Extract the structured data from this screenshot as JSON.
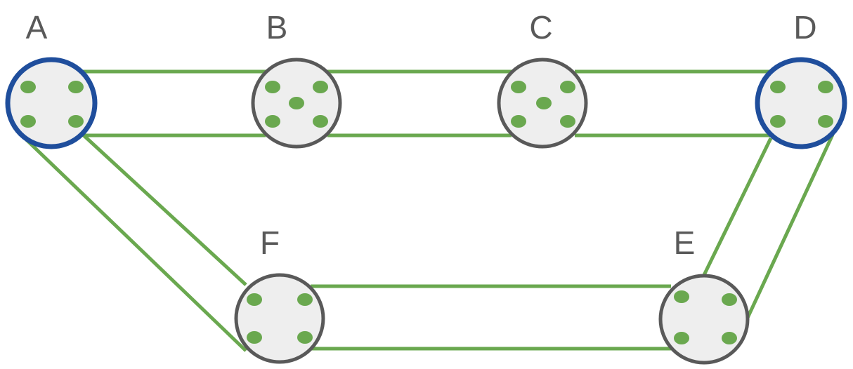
{
  "diagram": {
    "nodes": [
      {
        "id": "A",
        "label": "A",
        "highlighted": true,
        "ports": 4
      },
      {
        "id": "B",
        "label": "B",
        "highlighted": false,
        "ports": 5
      },
      {
        "id": "C",
        "label": "C",
        "highlighted": false,
        "ports": 5
      },
      {
        "id": "D",
        "label": "D",
        "highlighted": true,
        "ports": 4
      },
      {
        "id": "E",
        "label": "E",
        "highlighted": false,
        "ports": 4
      },
      {
        "id": "F",
        "label": "F",
        "highlighted": false,
        "ports": 4
      }
    ],
    "edges": [
      {
        "from": "A",
        "to": "B",
        "links": 2
      },
      {
        "from": "B",
        "to": "C",
        "links": 2
      },
      {
        "from": "C",
        "to": "D",
        "links": 2
      },
      {
        "from": "D",
        "to": "E",
        "links": 2
      },
      {
        "from": "E",
        "to": "F",
        "links": 2
      },
      {
        "from": "F",
        "to": "A",
        "links": 2
      }
    ],
    "colors": {
      "link": "#6aa84f",
      "port": "#6aa84f",
      "node_fill": "#eeeeee",
      "node_border": "#595959",
      "highlight_border": "#1f4e9c",
      "label": "#595959"
    }
  }
}
